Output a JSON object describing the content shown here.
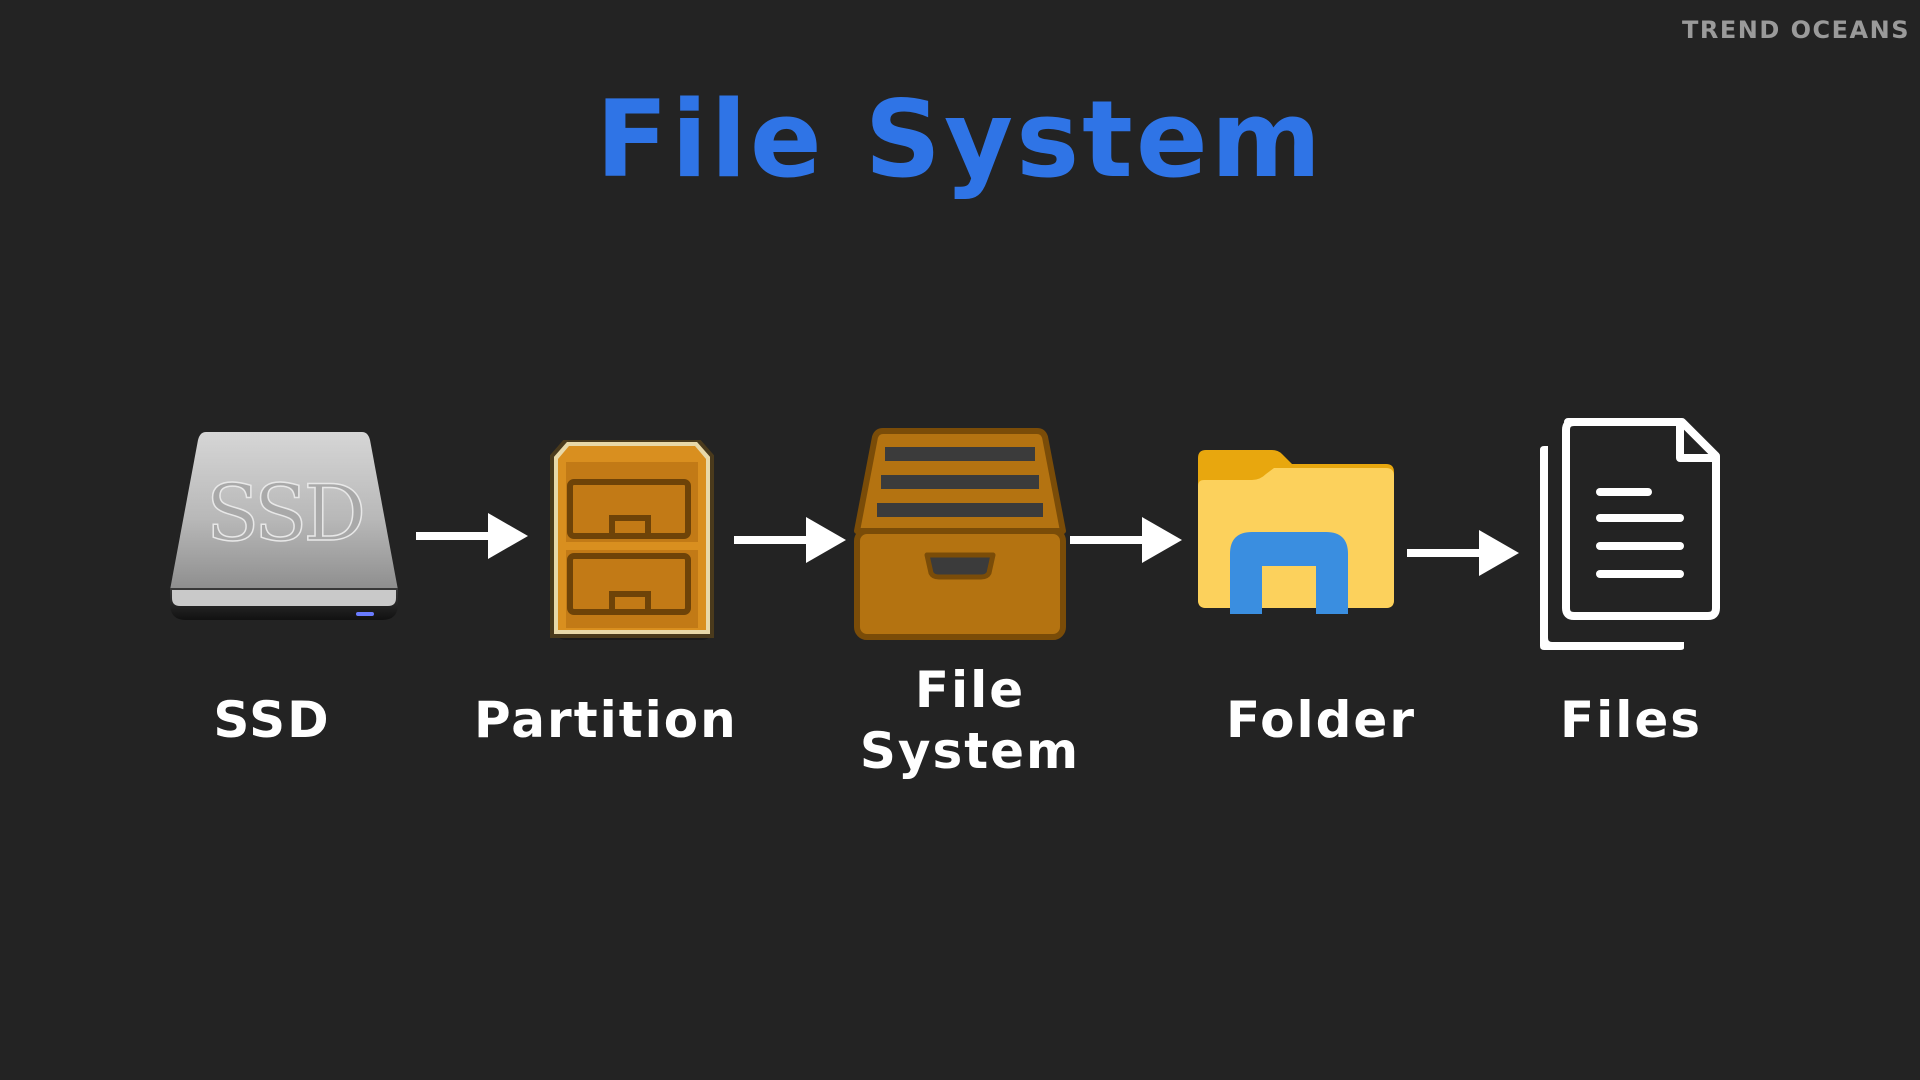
{
  "watermark": "TREND OCEANS",
  "title": "File System",
  "icon_text": {
    "ssd": "SSD"
  },
  "steps": [
    {
      "label": "SSD",
      "icon": "ssd-drive-icon"
    },
    {
      "label": "Partition",
      "icon": "filing-cabinet-icon"
    },
    {
      "label_lines": [
        "File",
        "System"
      ],
      "icon": "file-tray-icon"
    },
    {
      "label": "Folder",
      "icon": "folder-icon"
    },
    {
      "label": "Files",
      "icon": "documents-icon"
    }
  ],
  "colors": {
    "background": "#232323",
    "title": "#2f74e6",
    "label": "#ffffff",
    "watermark": "#9a9a9a",
    "wood": "#b47311",
    "folder_yellow": "#fcd15c",
    "folder_blue": "#3a8ee0"
  }
}
